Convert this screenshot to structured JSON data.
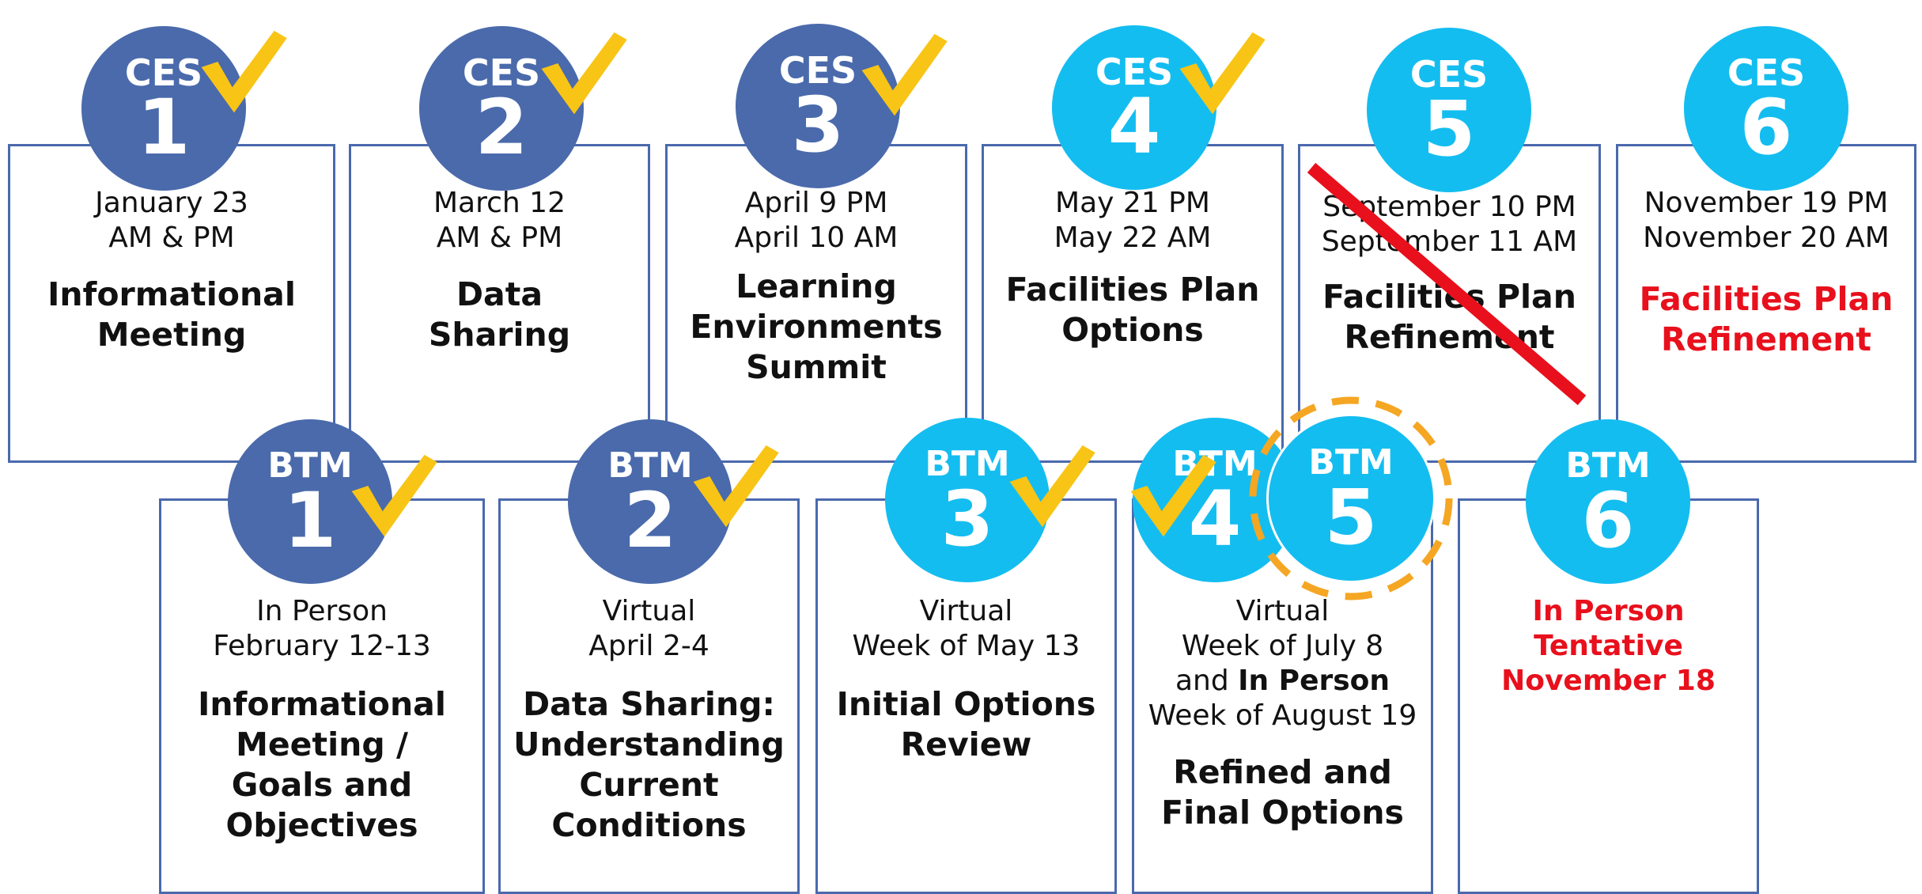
{
  "ces": [
    {
      "tag": "CES",
      "num": "1",
      "lines": [
        "January 23",
        "AM & PM"
      ],
      "title": [
        "Informational",
        "Meeting"
      ],
      "done": true
    },
    {
      "tag": "CES",
      "num": "2",
      "lines": [
        "March 12",
        "AM & PM"
      ],
      "title": [
        "Data",
        "Sharing"
      ],
      "done": true
    },
    {
      "tag": "CES",
      "num": "3",
      "lines": [
        "April 9 PM",
        "April 10 AM"
      ],
      "title": [
        "Learning",
        "Environments",
        "Summit"
      ],
      "done": true
    },
    {
      "tag": "CES",
      "num": "4",
      "lines": [
        "May 21 PM",
        "May 22 AM"
      ],
      "title": [
        "Facilities Plan",
        "Options"
      ],
      "done": true
    },
    {
      "tag": "CES",
      "num": "5",
      "lines": [
        "September 10 PM",
        "September 11 AM"
      ],
      "title": [
        "Facilities Plan",
        "Refinement"
      ],
      "done": false,
      "crossed_out": true
    },
    {
      "tag": "CES",
      "num": "6",
      "lines": [
        "November 19 PM",
        "November 20 AM"
      ],
      "title": [
        "Facilities Plan",
        "Refinement"
      ],
      "done": false
    }
  ],
  "btm": [
    {
      "tag": "BTM",
      "num": "1",
      "lines": [
        "In Person",
        "February 12-13"
      ],
      "title": [
        "Informational",
        "Meeting /",
        "Goals and",
        "Objectives"
      ],
      "done": true
    },
    {
      "tag": "BTM",
      "num": "2",
      "lines": [
        "Virtual",
        "April 2-4"
      ],
      "title": [
        "Data Sharing:",
        "Understanding",
        "Current",
        "Conditions"
      ],
      "done": true
    },
    {
      "tag": "BTM",
      "num": "3",
      "lines": [
        "Virtual",
        "Week of May 13"
      ],
      "title": [
        "Initial Options",
        "Review"
      ],
      "done": true
    },
    {
      "tag": "BTM",
      "num": "4",
      "lines": [
        "Virtual",
        "Week of July 8"
      ],
      "line3_pre": "and ",
      "line3_bold": "In Person",
      "line4": "Week of August 19",
      "title": [
        "Refined and",
        "Final Options"
      ],
      "done": true
    },
    {
      "tag": "BTM",
      "num": "5",
      "done": false,
      "highlighted": true
    },
    {
      "tag": "BTM",
      "num": "6",
      "red_lines": [
        "In Person",
        "Tentative",
        "November 18"
      ],
      "done": false
    }
  ],
  "colors": {
    "dark_blue": "#4a6aab",
    "light_blue": "#14bdf0",
    "border": "#4a69ad",
    "check": "#f8c416",
    "red": "#e8101c",
    "highlight_ring": "#f5a623"
  }
}
